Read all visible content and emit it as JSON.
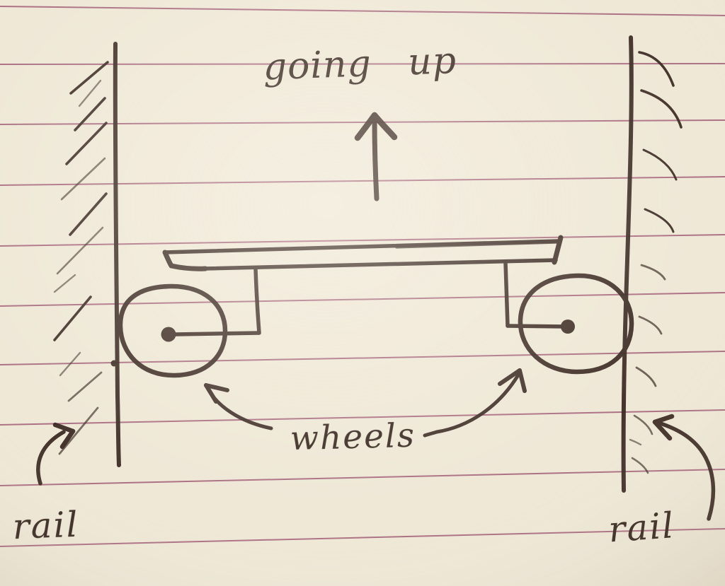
{
  "colors": {
    "paper": "#efe8d7",
    "rule": "#9d5570",
    "ink": "#3b2c24"
  },
  "labels": {
    "going_up": "going up",
    "wheels": "wheels",
    "rail_left": "rail",
    "rail_right": "rail"
  },
  "diagram": {
    "annotations": [
      {
        "text": "going up",
        "points_to": "upward arrow above the platform"
      },
      {
        "text": "wheels",
        "points_to": "left and right wheels under the platform"
      },
      {
        "text": "rail",
        "points_to": "left vertical rail"
      },
      {
        "text": "rail",
        "points_to": "right vertical rail"
      }
    ]
  }
}
